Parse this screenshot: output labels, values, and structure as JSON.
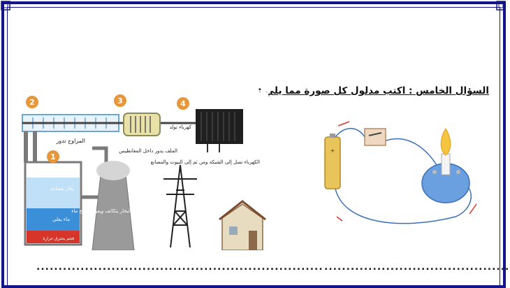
{
  "question": {
    "title": "السؤال الخامس : اكتب مدلول كل صورة  مما يلي :"
  },
  "answer_lines": {
    "left": ".................................................................",
    "right": ".............................................."
  },
  "power_plant": {
    "markers": [
      "1",
      "2",
      "3",
      "4"
    ],
    "labels": {
      "turbine": "المراوح تدور",
      "coil": "الملف يدور داخل المغانطيس",
      "electricity_generated": "كهرباء تولد",
      "grid": "الكهرباء تصل إلى الشبكة ومن ثم إلى البيوت والمصانع",
      "steam_rises": "بخار يتصاعد",
      "boiling_water": "ماء يغلي",
      "coal_heat": "فحم يحترق  حرارة",
      "condense": "البخار يتكاثف ويعود ليصبح ماء"
    }
  },
  "circuit": {
    "battery_sign": "+"
  },
  "colors": {
    "frame": "#14148a",
    "marker": "#e8963a",
    "water": "#3a8fd8",
    "fire": "#d8352a"
  }
}
